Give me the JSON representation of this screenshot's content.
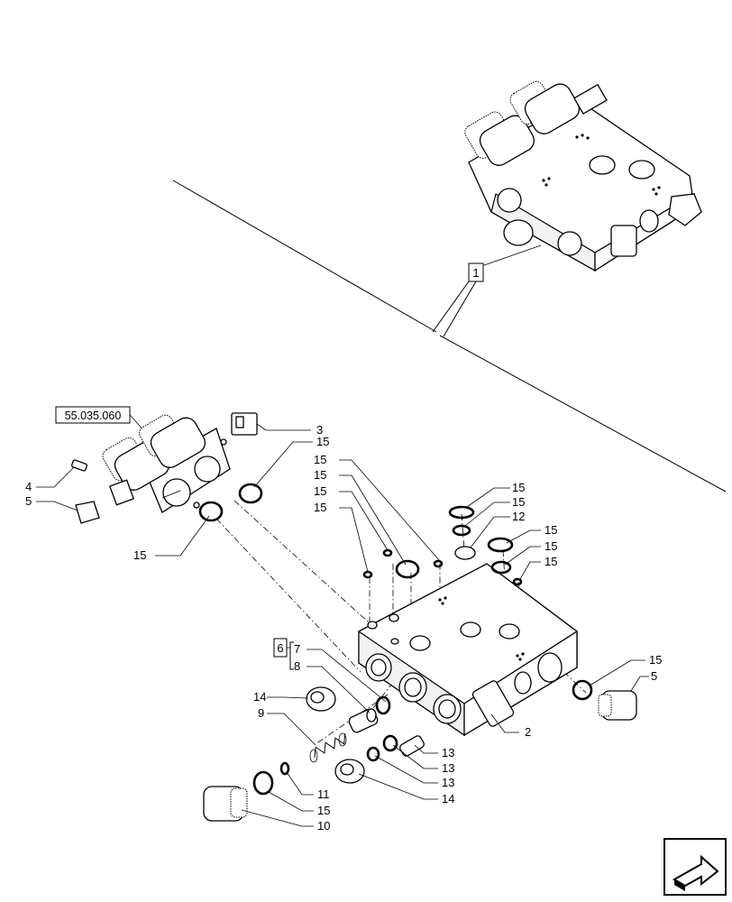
{
  "diagram": {
    "assembly_box_label": "1",
    "kit_box_label": "6",
    "reference_label": "55.035.060",
    "callouts": [
      "3",
      "15",
      "4",
      "5",
      "15",
      "15",
      "15",
      "15",
      "15",
      "15",
      "15",
      "12",
      "15",
      "15",
      "15",
      "7",
      "8",
      "14",
      "9",
      "15",
      "5",
      "2",
      "13",
      "13",
      "13",
      "14",
      "11",
      "15",
      "10"
    ]
  }
}
